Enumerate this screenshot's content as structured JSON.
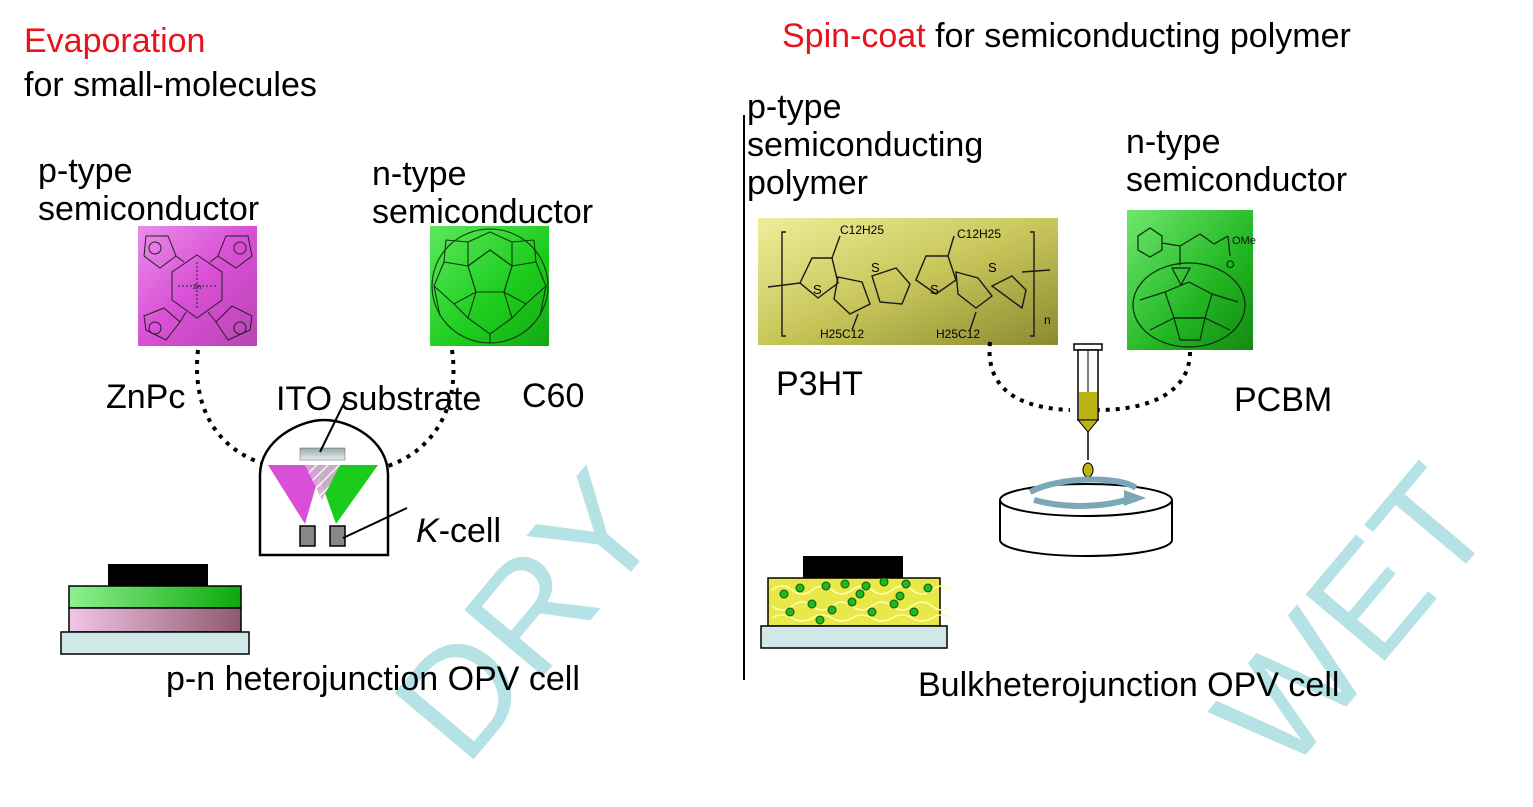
{
  "colors": {
    "accent_red": "#e8141b",
    "zn_magenta": "#d94fd6",
    "c60_green": "#1ccc1c",
    "p3ht_olive": "#b8b64a",
    "pcbm_green": "#22b622",
    "watermark": "#a9dde0",
    "substrate_blue": "#cfe8e8"
  },
  "left": {
    "method": "Evaporation",
    "method_suffix": "for small-molecules",
    "p_label": "p-type\nsemiconductor",
    "n_label": "n-type\nsemiconductor",
    "p_material": "ZnPc",
    "n_material": "C60",
    "substrate_label": "ITO substrate",
    "kcell_italic": "K",
    "kcell_rest": "-cell",
    "device_caption": "p-n heterojunction OPV cell",
    "watermark": "DRY"
  },
  "right": {
    "method": "Spin-coat",
    "method_suffix": " for semiconducting polymer",
    "p_label": "p-type\nsemiconducting\npolymer",
    "n_label": "n-type\nsemiconductor",
    "p_material": "P3HT",
    "n_material": "PCBM",
    "device_caption": "Bulkheterojunction OPV cell",
    "watermark": "WET",
    "structure_labels": {
      "c12h25_a": "C12H25",
      "c12h25_b": "C12H25",
      "h25c12_a": "H25C12",
      "h25c12_b": "H25C12",
      "s": "S",
      "n": "n",
      "ome": "OMe",
      "o": "O",
      "zn": "Zn"
    }
  }
}
